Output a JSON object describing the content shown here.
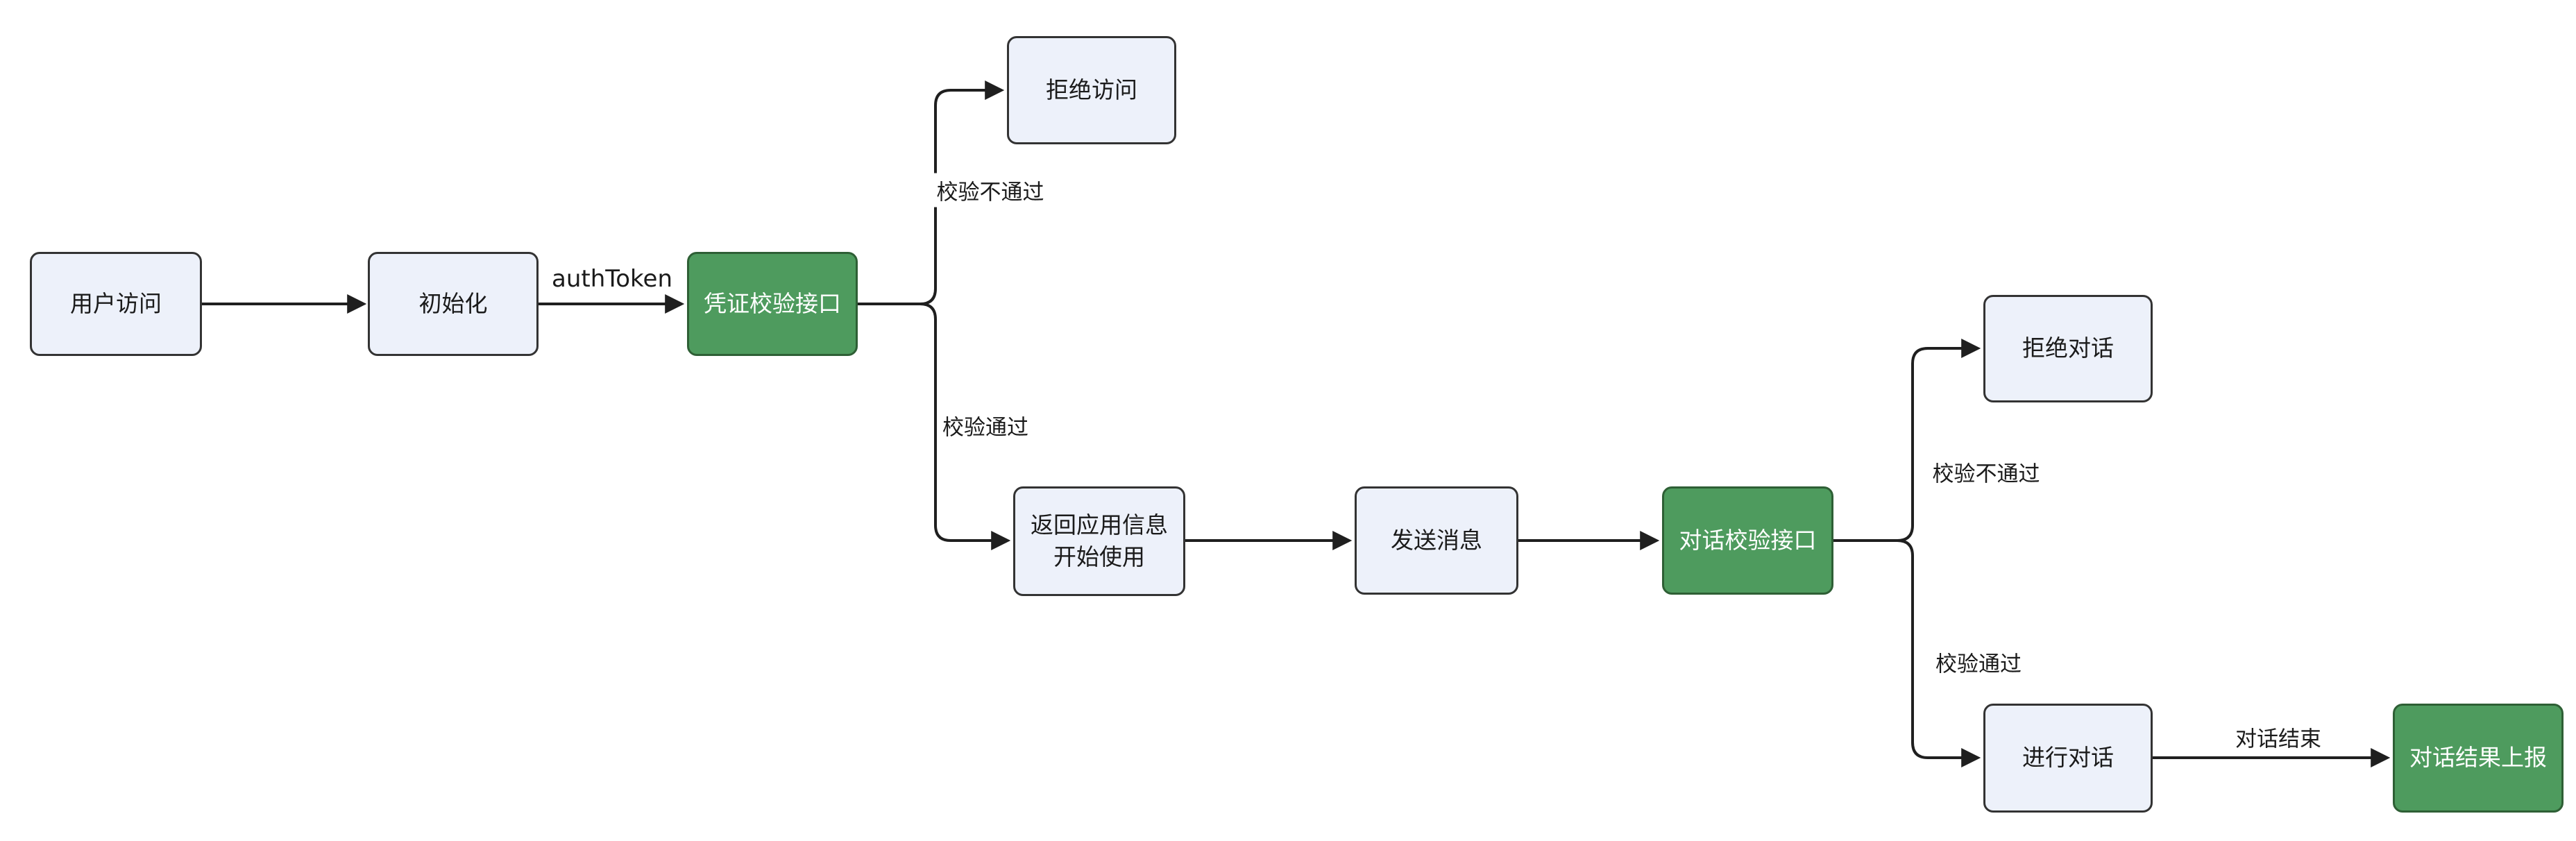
{
  "diagram": {
    "nodes": {
      "user_access": "用户访问",
      "init": "初始化",
      "credential_check": "凭证校验接口",
      "deny_access": "拒绝访问",
      "return_app_info_line1": "返回应用信息",
      "return_app_info_line2": "开始使用",
      "send_message": "发送消息",
      "dialog_check": "对话校验接口",
      "deny_dialog": "拒绝对话",
      "do_dialog": "进行对话",
      "report_result": "对话结果上报"
    },
    "edge_labels": {
      "auth_token": "authToken",
      "credential_fail": "校验不通过",
      "credential_pass": "校验通过",
      "dialog_fail": "校验不通过",
      "dialog_pass": "校验通过",
      "dialog_end": "对话结束"
    },
    "colors": {
      "node_fill": "#EDF1FA",
      "node_border": "#333333",
      "accent_fill": "#4E9B5E",
      "accent_border": "#2E5F35",
      "arrow": "#1F1F1F"
    }
  }
}
